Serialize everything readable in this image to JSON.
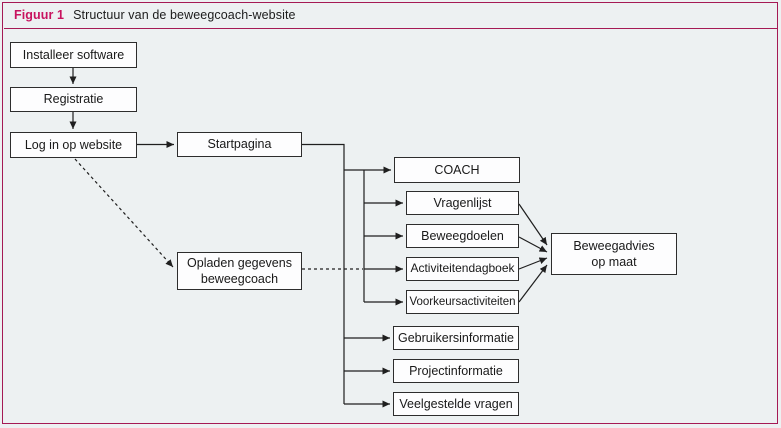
{
  "figure": {
    "label": "Figuur 1",
    "title": "Structuur van de beweegcoach-website"
  },
  "colors": {
    "accent_label": "#c8135f",
    "frame_border": "#a51a55",
    "background": "#edf1f2",
    "node_border": "#2d2d2d",
    "connector": "#1f1f1f"
  },
  "nodes": {
    "installeer_software": {
      "label": "Installeer software"
    },
    "registratie": {
      "label": "Registratie"
    },
    "log_in_op_website": {
      "label": "Log in op website"
    },
    "startpagina": {
      "label": "Startpagina"
    },
    "opladen_gegevens_beweegcoach": {
      "label": "Opladen gegevens\nbeweegcoach"
    },
    "coach": {
      "label": "COACH"
    },
    "vragenlijst": {
      "label": "Vragenlijst"
    },
    "beweegdoelen": {
      "label": "Beweegdoelen"
    },
    "activiteitendagboek": {
      "label": "Activiteitendagboek"
    },
    "voorkeursactiviteiten": {
      "label": "Voorkeursactiviteiten"
    },
    "beweegadvies_op_maat": {
      "label": "Beweegadvies\nop maat"
    },
    "gebruikersinformatie": {
      "label": "Gebruikersinformatie"
    },
    "projectinformatie": {
      "label": "Projectinformatie"
    },
    "veelgestelde_vragen": {
      "label": "Veelgestelde vragen"
    }
  },
  "edges": [
    {
      "from": "Installeer software",
      "to": "Registratie",
      "style": "solid"
    },
    {
      "from": "Registratie",
      "to": "Log in op website",
      "style": "solid"
    },
    {
      "from": "Log in op website",
      "to": "Startpagina",
      "style": "solid"
    },
    {
      "from": "Log in op website",
      "to": "Opladen gegevens beweegcoach",
      "style": "dashed"
    },
    {
      "from": "Startpagina",
      "to": "COACH",
      "style": "solid"
    },
    {
      "from": "Startpagina",
      "to": "Vragenlijst",
      "style": "solid"
    },
    {
      "from": "Startpagina",
      "to": "Beweegdoelen",
      "style": "solid"
    },
    {
      "from": "Startpagina",
      "to": "Activiteitendagboek",
      "style": "solid"
    },
    {
      "from": "Startpagina",
      "to": "Voorkeursactiviteiten",
      "style": "solid"
    },
    {
      "from": "Startpagina",
      "to": "Gebruikersinformatie",
      "style": "solid"
    },
    {
      "from": "Startpagina",
      "to": "Projectinformatie",
      "style": "solid"
    },
    {
      "from": "Startpagina",
      "to": "Veelgestelde vragen",
      "style": "solid"
    },
    {
      "from": "Opladen gegevens beweegcoach",
      "to": "Activiteitendagboek",
      "style": "dashed"
    },
    {
      "from": "Vragenlijst",
      "to": "Beweegadvies op maat",
      "style": "solid"
    },
    {
      "from": "Beweegdoelen",
      "to": "Beweegadvies op maat",
      "style": "solid"
    },
    {
      "from": "Activiteitendagboek",
      "to": "Beweegadvies op maat",
      "style": "solid"
    },
    {
      "from": "Voorkeursactiviteiten",
      "to": "Beweegadvies op maat",
      "style": "solid"
    }
  ]
}
